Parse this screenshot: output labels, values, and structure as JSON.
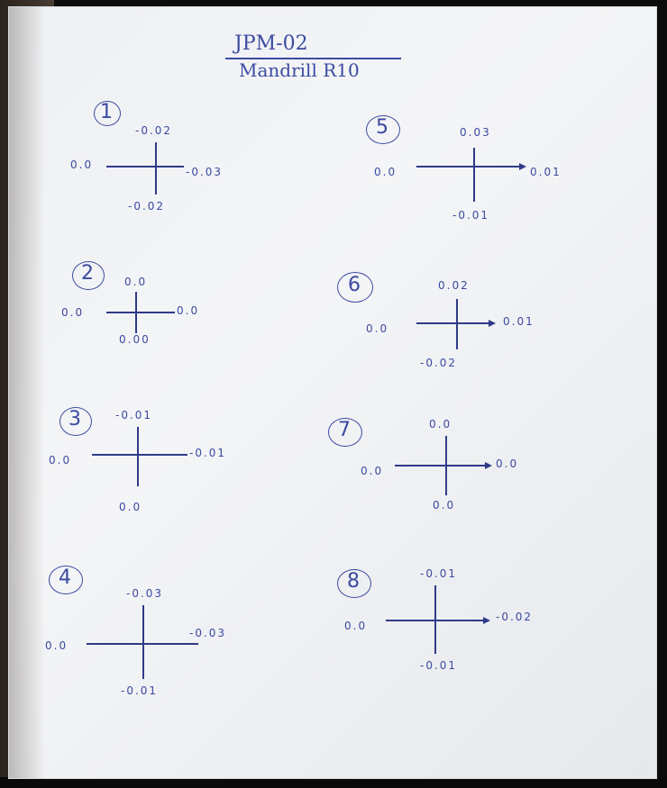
{
  "sheet": {
    "title": "JPM-02",
    "subtitle": "Mandrill R10"
  },
  "diagrams": [
    {
      "number": "1",
      "top": "-0.02",
      "left": "0.0",
      "right": "-0.03",
      "bottom": "-0.02"
    },
    {
      "number": "2",
      "top": "0.0",
      "left": "0.0",
      "right": "0.0",
      "bottom": "0.00"
    },
    {
      "number": "3",
      "top": "-0.01",
      "left": "0.0",
      "right": "-0.01",
      "bottom": "0.0"
    },
    {
      "number": "4",
      "top": "-0.03",
      "left": "0.0",
      "right": "-0.03",
      "bottom": "-0.01"
    },
    {
      "number": "5",
      "top": "0.03",
      "left": "0.0",
      "right": "0.01",
      "bottom": "-0.01"
    },
    {
      "number": "6",
      "top": "0.02",
      "left": "0.0",
      "right": "0.01",
      "bottom": "-0.02"
    },
    {
      "number": "7",
      "top": "0.0",
      "left": "0.0",
      "right": "0.0",
      "bottom": "0.0"
    },
    {
      "number": "8",
      "top": "-0.01",
      "left": "0.0",
      "right": "-0.02",
      "bottom": "-0.01"
    }
  ]
}
